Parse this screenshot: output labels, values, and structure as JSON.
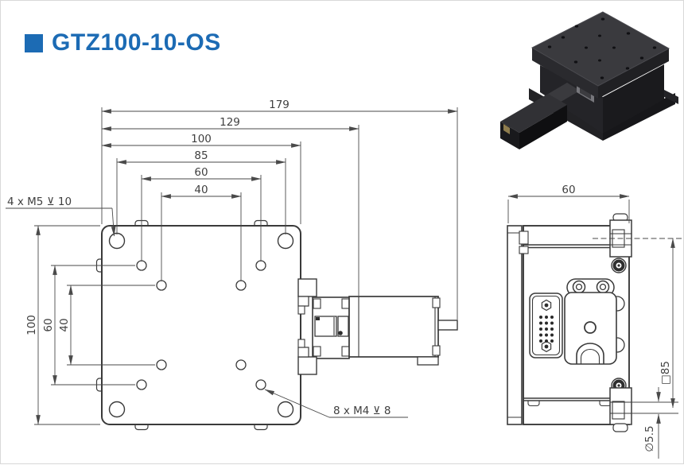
{
  "title": "GTZ100-10-OS",
  "colors": {
    "accent": "#1c6bb4",
    "line": "#3a3a3a",
    "dim": "#4a4a4a"
  },
  "top_view": {
    "h_dims": [
      "179",
      "129",
      "100",
      "85",
      "60",
      "40"
    ],
    "v_dims": [
      "100",
      "60",
      "40"
    ],
    "note_m5": "4 x M5 ⊻ 10",
    "note_m4": "8 x M4 ⊻ 8"
  },
  "side_view": {
    "width_dim": "60",
    "square_dim": "□85",
    "pin_dim": "∅5.5"
  }
}
